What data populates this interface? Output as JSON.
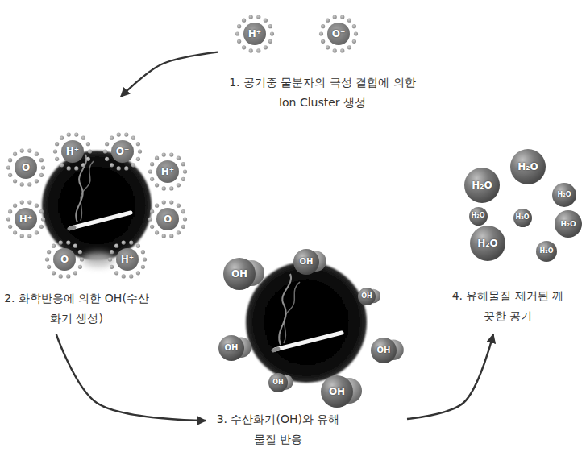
{
  "diagram": {
    "nodes": [
      {
        "text": [
          "1. 공기중 물분자의 극성 결합에 의한 Ion Cluster 생성"
        ]
      },
      {
        "text": [
          "H⁺"
        ],
        "in": 0
      },
      {
        "text": [
          "O⁻"
        ],
        "in": 0
      },
      {
        "text": [
          "2. 화학반응에 의한 OH(수산화기 생성)"
        ]
      },
      {
        "text": [
          "O"
        ],
        "in": 3
      },
      {
        "text": [
          "H⁺"
        ],
        "in": 3
      },
      {
        "text": [
          "O⁻"
        ],
        "in": 3
      },
      {
        "text": [
          "H⁺"
        ],
        "in": 3
      },
      {
        "text": [
          "H⁺"
        ],
        "in": 3
      },
      {
        "text": [
          "O"
        ],
        "in": 3
      },
      {
        "text": [
          "O"
        ],
        "in": 3
      },
      {
        "text": [
          "H⁺"
        ],
        "in": 3
      },
      {
        "text": [
          "3. 수산화기(OH)와 유해물질 반응"
        ]
      },
      {
        "text": [
          "OH"
        ],
        "in": 12
      },
      {
        "text": [
          "OH"
        ],
        "in": 12
      },
      {
        "text": [
          "OH"
        ],
        "in": 12
      },
      {
        "text": [
          "OH"
        ],
        "in": 12
      },
      {
        "text": [
          "OH"
        ],
        "in": 12
      },
      {
        "text": [
          "OH"
        ],
        "in": 12
      },
      {
        "text": [
          "OH"
        ],
        "in": 12
      },
      {
        "text": [
          "4. 유해물질 제거된 깨끗한 공기"
        ]
      },
      {
        "text": [
          "H₂O"
        ],
        "in": 20
      },
      {
        "text": [
          "H₂O"
        ],
        "in": 20
      },
      {
        "text": [
          "H₂O"
        ],
        "in": 20
      },
      {
        "text": [
          "H₂O"
        ],
        "in": 20
      },
      {
        "text": [
          "H₂O"
        ],
        "in": 20
      },
      {
        "text": [
          "H₂O"
        ],
        "in": 20
      },
      {
        "text": [
          "H₂O"
        ],
        "in": 20
      },
      {
        "text": [
          "H₂O"
        ],
        "in": 20
      }
    ],
    "edges": [
      {
        "from": 0,
        "to": 3,
        "arrow": "to"
      },
      {
        "from": 3,
        "to": 12,
        "arrow": "to"
      },
      {
        "from": 12,
        "to": 20,
        "arrow": "to"
      }
    ]
  }
}
